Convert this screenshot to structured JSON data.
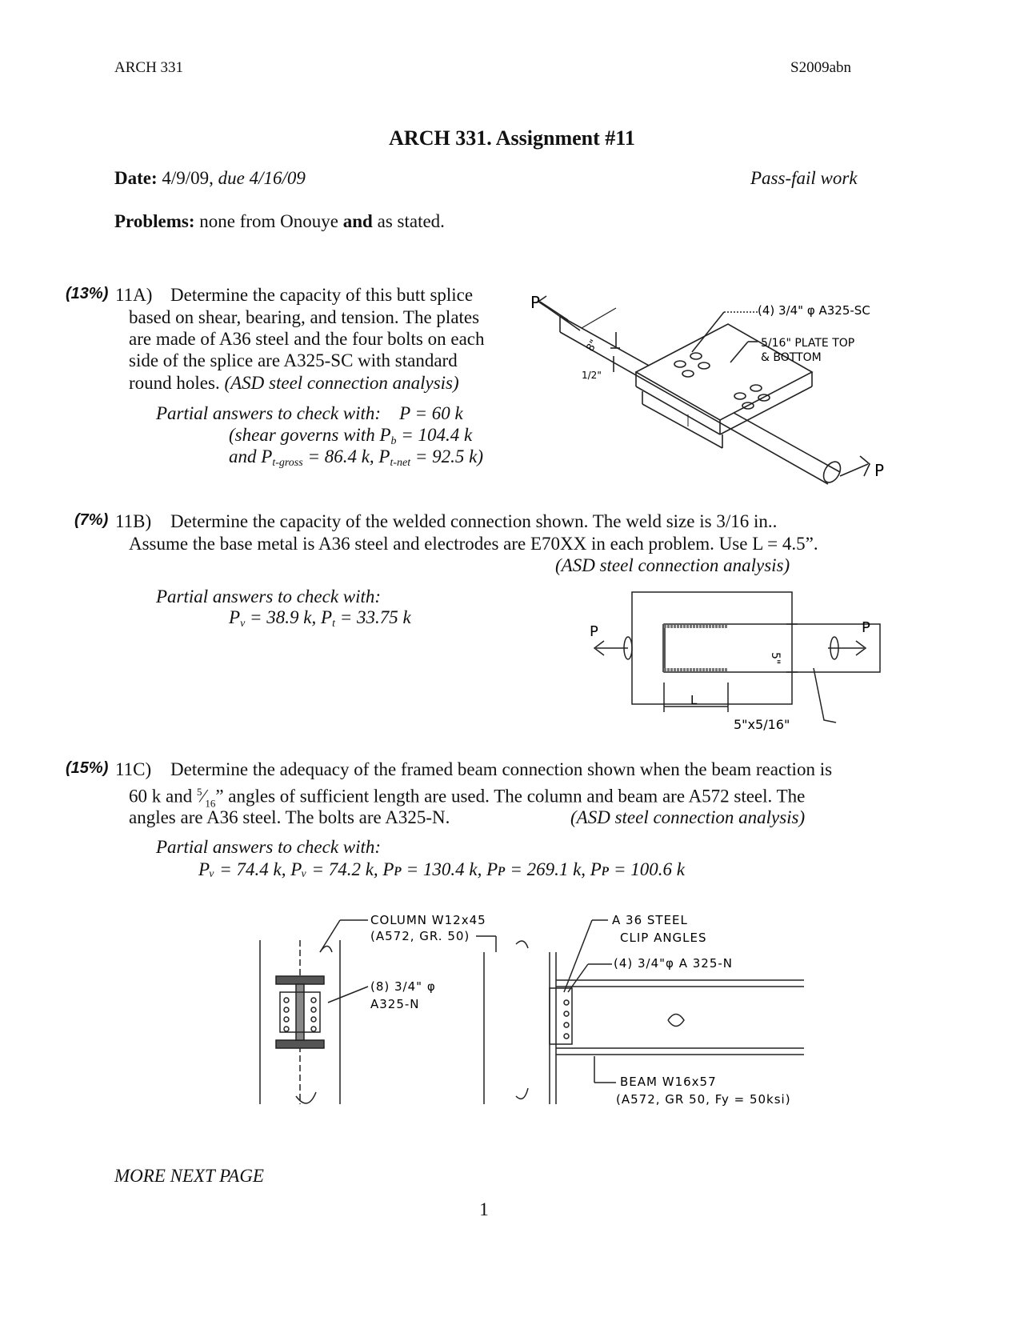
{
  "header": {
    "left": "ARCH 331",
    "right": "S2009abn"
  },
  "title": "ARCH 331.  Assignment #11",
  "date_line": {
    "label": "Date:",
    "date": "4/9/09,",
    "due": "due 4/16/09",
    "grading": "Pass-fail work"
  },
  "problems_line": {
    "label": "Problems:",
    "text_a": "none from Onouye",
    "and": "and",
    "text_b": "as stated."
  },
  "p11a": {
    "weight": "(13%)",
    "id": "11A)",
    "lines": [
      "Determine the capacity of this butt splice",
      "based on shear, bearing, and tension.  The plates",
      "are made of A36 steel and the four bolts on each",
      "side of the splice are A325-SC with standard",
      "round holes."
    ],
    "method": "(ASD steel connection analysis)",
    "answers": {
      "intro": "Partial answers to check with:",
      "p": "P = 60 k",
      "line2_pre": "(shear governs with P",
      "line2_sub": "b",
      "line2_post": " = 104.4 k",
      "line3_pre": "and P",
      "line3_sub1": "t-gross",
      "line3_mid": " = 86.4 k, P",
      "line3_sub2": "t-net",
      "line3_post": " = 92.5 k)"
    },
    "figure": {
      "label_p_left": "P",
      "label_p_right": "P",
      "label_8in": "8\"",
      "label_half": "1/2\"",
      "bolts_label": "(4) 3/4\" φ A325-SC",
      "plate_label_1": "5/16\" PLATE TOP",
      "plate_label_2": "& BOTTOM"
    }
  },
  "p11b": {
    "weight": "(7%)",
    "id": "11B)",
    "line1": "Determine the capacity of the welded connection shown.  The weld size is 3/16 in..",
    "line2": "Assume the base metal is A36 steel and electrodes are E70XX in each problem.  Use L = 4.5”.",
    "method": "(ASD steel connection analysis)",
    "answers": {
      "intro": "Partial answers to check with:",
      "pv": "P",
      "pv_sub": "v",
      "pv_val": " = 38.9 k, P",
      "pt_sub": "t",
      "pt_val": " = 33.75 k"
    },
    "figure": {
      "label_p_left": "P",
      "label_p_right": "P",
      "label_5": "5\"",
      "label_L": "L",
      "label_plate": "5\"x5/16\""
    }
  },
  "p11c": {
    "weight": "(15%)",
    "id": "11C)",
    "line1": "Determine the adequacy of the framed beam connection shown when the beam reaction is",
    "line2_a": "60 k and",
    "frac_num": "5",
    "frac_den": "16",
    "line2_b": "” angles of sufficient length are used.  The column and beam are A572 steel.  The",
    "line3": "angles are A36 steel.  The bolts are A325-N.",
    "method": "(ASD steel connection analysis)",
    "answers": {
      "intro": "Partial answers to check with:",
      "line": "Pᵥ = 74.4 k, Pᵥ = 74.2 k, Pᴘ = 130.4 k, Pᴘ = 269.1 k, Pᴘ = 100.6 k"
    },
    "figure": {
      "column_1": "COLUMN W12x45",
      "column_2": "(A572, GR. 50)",
      "bolts8_1": "(8) 3/4\" φ",
      "bolts8_2": "A325-N",
      "angles_1": "A 36 STEEL",
      "angles_2": "CLIP ANGLES",
      "bolts4": "(4) 3/4\"φ A 325-N",
      "beam_1": "BEAM  W16x57",
      "beam_2": "(A572, GR 50, Fy = 50ksi)"
    }
  },
  "footer": {
    "more": "MORE NEXT PAGE",
    "page": "1"
  }
}
